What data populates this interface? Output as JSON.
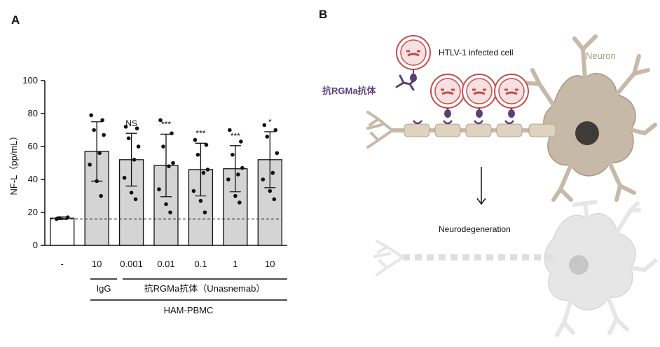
{
  "panels": {
    "a_label": "A",
    "b_label": "B"
  },
  "chart_data": {
    "type": "bar",
    "ylabel": "NF-L（pp/mL）",
    "ylim": [
      0,
      100
    ],
    "yticks": [
      0,
      20,
      40,
      60,
      80,
      100
    ],
    "baseline_dashed": 16,
    "categories": [
      "-",
      "10",
      "0.001",
      "0.01",
      "0.1",
      "1",
      "10"
    ],
    "values": [
      16.5,
      57,
      52,
      48.5,
      46,
      46.5,
      52
    ],
    "errors": [
      0.8,
      18,
      16,
      19,
      16,
      14,
      17
    ],
    "significance": [
      "",
      "",
      "NS",
      "***",
      "***",
      "***",
      "*"
    ],
    "points": [
      [
        16,
        17,
        16.5
      ],
      [
        79,
        76,
        70,
        67,
        56,
        49,
        39,
        30
      ],
      [
        72,
        71,
        65,
        60,
        52,
        41,
        32,
        28
      ],
      [
        76,
        68,
        60,
        50,
        48,
        34,
        25,
        20
      ],
      [
        64,
        61,
        55,
        46,
        44,
        33,
        27,
        20
      ],
      [
        70,
        63,
        55,
        47,
        43,
        40,
        30,
        26
      ],
      [
        73,
        70,
        66,
        56,
        44,
        40,
        33,
        28
      ]
    ],
    "colors": {
      "control": "#ffffff",
      "treated": "#d4d4d4",
      "dashed": "#333333"
    },
    "groups": {
      "igg": "IgG",
      "antibody": "抗RGMa抗体（Unasnemab）",
      "cells": "HAM-PBMC"
    }
  },
  "diagram": {
    "infected_cell_label": "HTLV-1 infected cell",
    "antibody_label": "抗RGMa抗体",
    "neuron_label": "Neuron",
    "neurodegeneration_label": "Neurodegeneration"
  }
}
